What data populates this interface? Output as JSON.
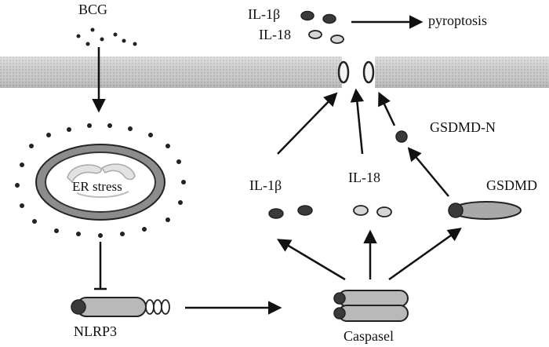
{
  "labels": {
    "bcg": "BCG",
    "il1b_top": "IL-1β",
    "il18_top": "IL-18",
    "pyroptosis": "pyroptosis",
    "gsdmd_n": "GSDMD-N",
    "er_stress": "ER stress",
    "il1b_mid": "IL-1β",
    "il18_mid": "IL-18",
    "gsdmd": "GSDMD",
    "nlrp3": "NLRP3",
    "caspase": "Caspasel"
  },
  "colors": {
    "dark_particle": "#3a3a3a",
    "light_particle": "#d6d6d6",
    "membrane": "#c8c8c8",
    "outline": "#222222"
  },
  "icons": {
    "membrane": "cell-membrane-band",
    "pore": "gsdmd-pore-icon",
    "er": "endoplasmic-reticulum-icon",
    "nlrp3": "nlrp3-protein-icon",
    "caspase": "caspase1-dimer-icon",
    "gsdmd": "gsdmd-protein-icon"
  }
}
